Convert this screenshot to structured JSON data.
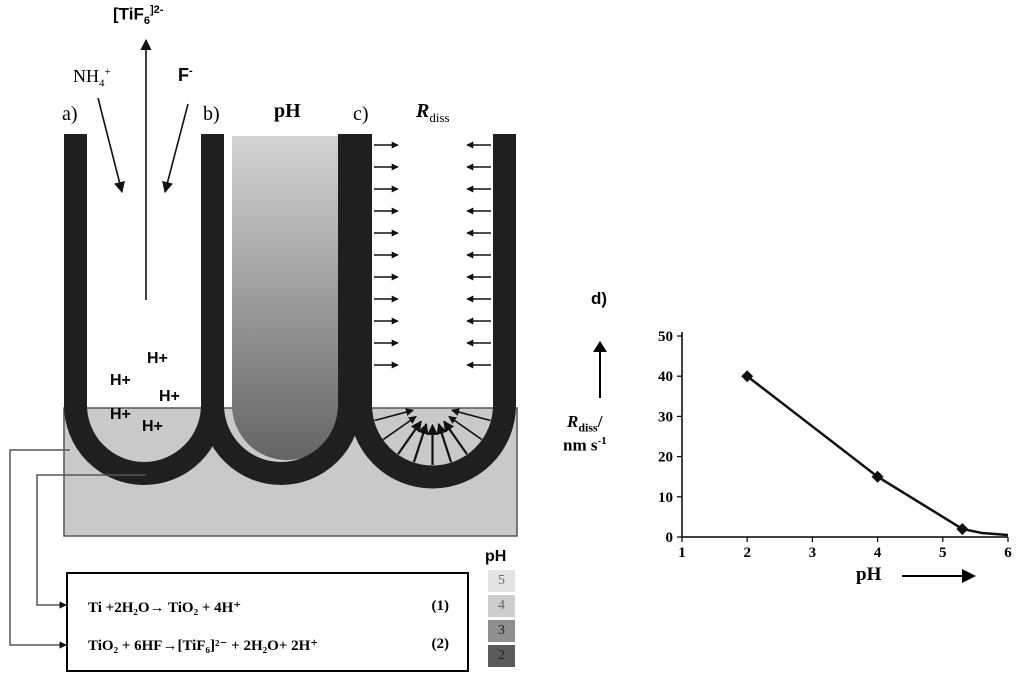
{
  "labels": {
    "tif6": "[TiF",
    "tif6_sub": "6",
    "tif6_sup": "]2-",
    "nh4": "NH",
    "nh4_sub": "4",
    "nh4_sup": "+",
    "f": "F",
    "f_sup": "-",
    "a": "a)",
    "b": "b)",
    "c": "c)",
    "ph_top": "pH",
    "rdiss_r": "R",
    "rdiss_sub": "diss",
    "hplus": [
      "H+",
      "H+",
      "H+",
      "H+",
      "H+"
    ]
  },
  "legend": {
    "title": "pH",
    "levels": [
      {
        "label": "5",
        "color": "#e4e4e4"
      },
      {
        "label": "4",
        "color": "#cdcdcd"
      },
      {
        "label": "3",
        "color": "#8f8f8f"
      },
      {
        "label": "2",
        "color": "#5b5b5b"
      }
    ]
  },
  "equations": [
    {
      "text": "Ti +2H₂O→ TiO₂ + 4H⁺",
      "number": "(1)"
    },
    {
      "text": "TiO₂ + 6HF→[TiF₆]²⁻ + 2H₂O+ 2H⁺",
      "number": "(2)"
    }
  ],
  "colors": {
    "tube_wall": "#1f1f1f",
    "oxide_layer": "#c9c9c9",
    "ph_gradient_top": "#d4d4d4",
    "ph_gradient_bottom": "#666666"
  },
  "chart_panel_label": "d)",
  "ylabel_r": "R",
  "ylabel_sub": "diss",
  "ylabel_rest": "/",
  "ylabel_unit": "nm s",
  "ylabel_unit_sup": "-1",
  "xlabel": "pH",
  "chart_data": {
    "type": "line",
    "x": [
      2,
      4,
      5.3,
      5.6,
      6
    ],
    "y": [
      40,
      15,
      2,
      1,
      0.5
    ],
    "marker_x": [
      2,
      4,
      5.3
    ],
    "marker_y": [
      40,
      15,
      2
    ],
    "xlim": [
      1,
      6
    ],
    "ylim": [
      0,
      50
    ],
    "xticks": [
      1,
      2,
      3,
      4,
      5,
      6
    ],
    "yticks": [
      0,
      10,
      20,
      30,
      40,
      50
    ],
    "xlabel": "pH",
    "ylabel": "Rdiss/ nm s-1"
  }
}
